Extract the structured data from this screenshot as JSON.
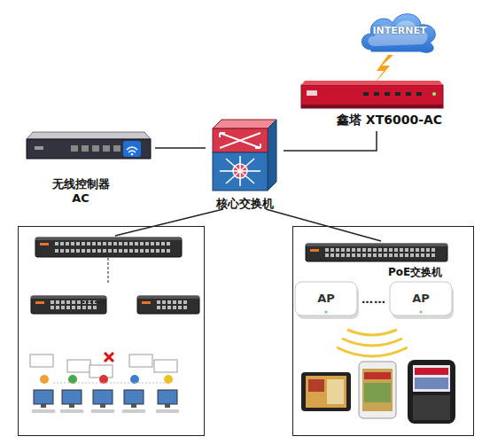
{
  "diagram": {
    "nodes": [
      {
        "text": [
          "INTERNET"
        ]
      },
      {
        "text": [
          "鑫塔 XT6000-AC"
        ]
      },
      {
        "text": [
          "无线控制器 AC"
        ]
      },
      {
        "text": [
          "核心交换机"
        ]
      },
      {
        "text": [
          "PoE交换机"
        ]
      },
      {
        "text": [
          "AP"
        ]
      },
      {
        "text": [
          "AP"
        ]
      }
    ],
    "edges": [
      {
        "from": 2,
        "to": 3,
        "arrow": "none"
      },
      {
        "from": 3,
        "to": 1,
        "arrow": "none"
      },
      {
        "from": 3,
        "to": 4,
        "arrow": "none"
      }
    ],
    "labels": [
      "……",
      "……"
    ]
  }
}
